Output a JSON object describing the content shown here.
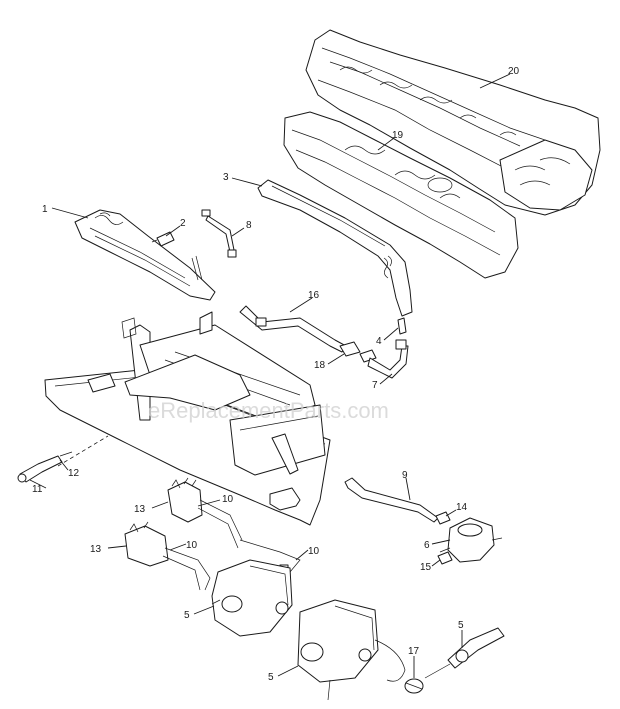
{
  "watermark": "eReplacementParts.com",
  "labels": {
    "p1": "1",
    "p2": "2",
    "p3": "3",
    "p4": "4",
    "p5a": "5",
    "p5b": "5",
    "p5c": "5",
    "p6": "6",
    "p7": "7",
    "p8": "8",
    "p9": "9",
    "p10a": "10",
    "p10b": "10",
    "p10c": "10",
    "p11": "11",
    "p12": "12",
    "p13a": "13",
    "p13b": "13",
    "p14": "14",
    "p15": "15",
    "p16": "16",
    "p17": "17",
    "p18": "18",
    "p19": "19",
    "p20": "20"
  }
}
